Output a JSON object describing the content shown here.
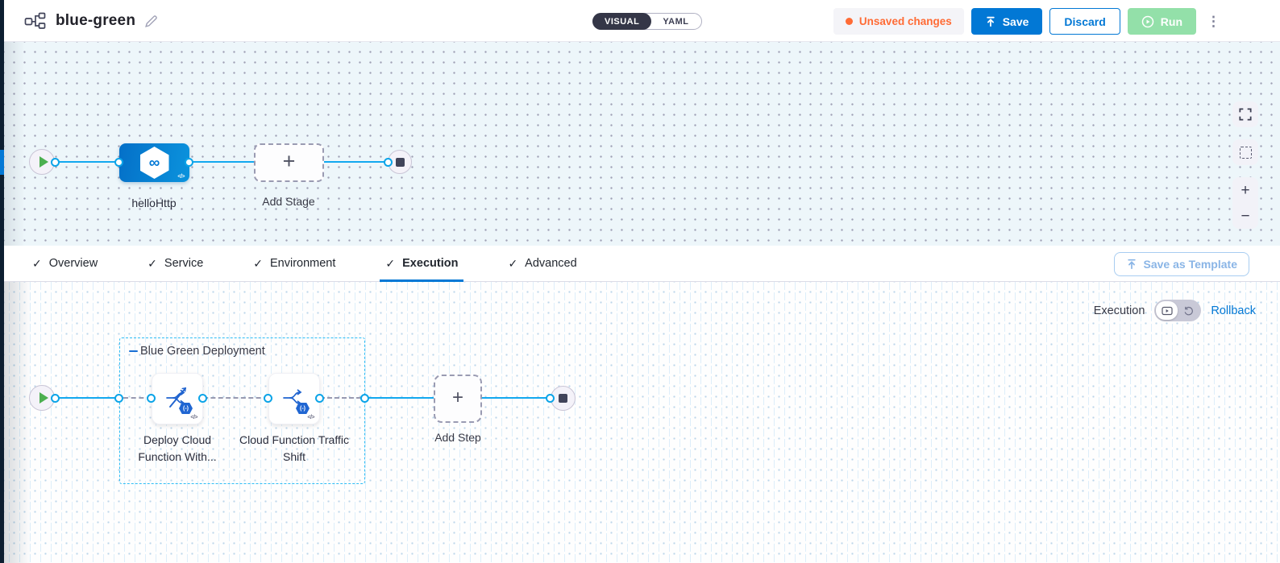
{
  "header": {
    "title": "blue-green",
    "view_toggle": {
      "visual": "VISUAL",
      "yaml": "YAML"
    },
    "unsaved_label": "Unsaved changes",
    "save_label": "Save",
    "discard_label": "Discard",
    "run_label": "Run"
  },
  "stage_canvas": {
    "stage_label": "helloHttp",
    "add_stage_label": "Add Stage"
  },
  "tabs": {
    "items": [
      {
        "label": "Overview",
        "complete": true,
        "active": false
      },
      {
        "label": "Service",
        "complete": true,
        "active": false
      },
      {
        "label": "Environment",
        "complete": true,
        "active": false
      },
      {
        "label": "Execution",
        "complete": true,
        "active": true
      },
      {
        "label": "Advanced",
        "complete": true,
        "active": false
      }
    ],
    "save_as_template_label": "Save as Template"
  },
  "execution_canvas": {
    "mode_label": "Execution",
    "rollback_label": "Rollback",
    "group_title": "Blue Green Deployment",
    "steps": [
      {
        "label": "Deploy Cloud Function With..."
      },
      {
        "label": "Cloud Function Traffic Shift"
      }
    ],
    "add_step_label": "Add Step"
  },
  "icons": {
    "check": "✓",
    "menu_dots": "⋮",
    "plus": "+",
    "zoom_in": "+",
    "zoom_out": "−",
    "infinity": "∞",
    "code": "</>",
    "function_badge": "(-)"
  },
  "colors": {
    "accent_blue": "#0278d5",
    "connector_blue": "#12a8ef",
    "unsaved_orange": "#ff6b35",
    "run_green_disabled": "#93e0a9",
    "node_gradient_start": "#0470c8",
    "group_border_cyan": "#2ebdf5",
    "nav_strip_dark": "#0c1e30"
  }
}
